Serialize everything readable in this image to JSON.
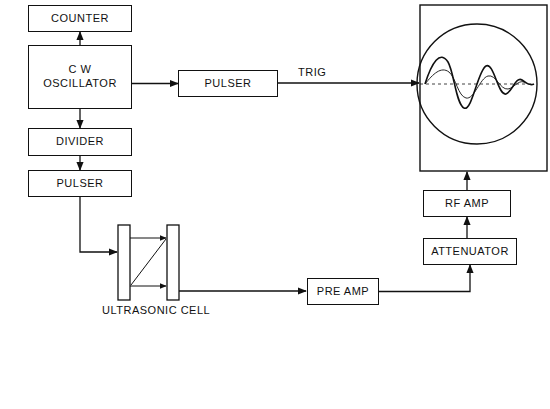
{
  "diagram": {
    "nodes": [
      {
        "text": [
          "COUNTER"
        ]
      },
      {
        "text": [
          "C W OSCILLATOR"
        ]
      },
      {
        "text": [
          "PULSER"
        ]
      },
      {
        "text": [
          "DIVIDER"
        ]
      },
      {
        "text": [
          "PULSER"
        ]
      },
      {
        "text": [
          "PRE AMP"
        ]
      },
      {
        "text": [
          "ATTENUATOR"
        ]
      },
      {
        "text": [
          "RF AMP"
        ]
      }
    ],
    "edges": [
      {
        "from": 1,
        "to": 0,
        "arrow": "to"
      },
      {
        "from": 1,
        "to": 2,
        "arrow": "to"
      },
      {
        "from": 1,
        "to": 3,
        "arrow": "to"
      },
      {
        "from": 3,
        "to": 4,
        "arrow": "to"
      },
      {
        "from": 5,
        "to": 6,
        "arrow": "to"
      },
      {
        "from": 6,
        "to": 7,
        "arrow": "to"
      }
    ],
    "labels": [
      "TRIG",
      "ULTRASONIC CELL"
    ]
  }
}
